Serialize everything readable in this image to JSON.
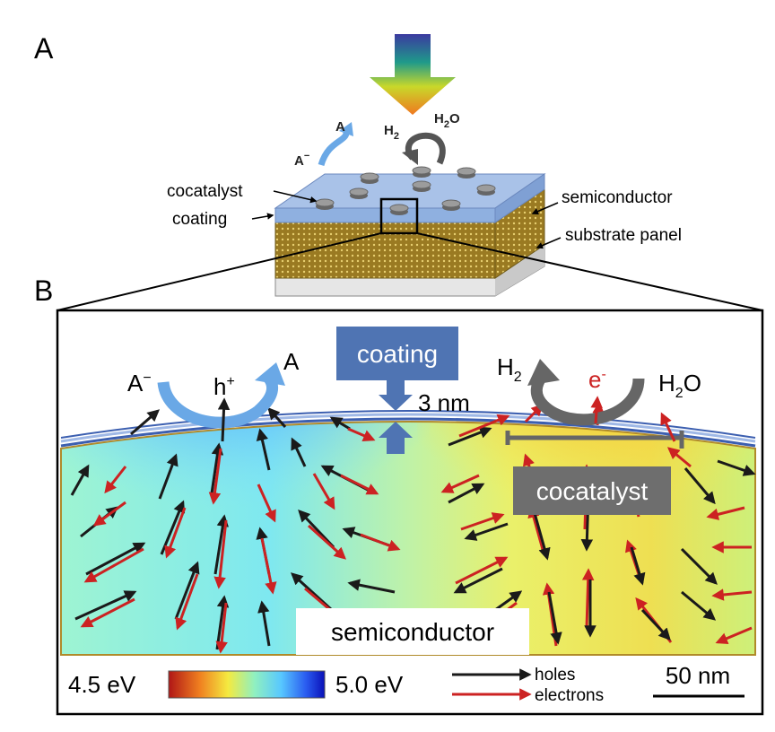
{
  "panel_a": {
    "label": "A",
    "reaction_left": {
      "reactant": "A",
      "reactant_sup": "−",
      "product": "A"
    },
    "reaction_right": {
      "product_h": "H",
      "product_h_sub": "2",
      "reactant_h": "H",
      "reactant_h_sub": "2",
      "reactant_o": "O"
    },
    "labels": {
      "cocatalyst": "cocatalyst",
      "coating": "coating",
      "semiconductor": "semiconductor",
      "substrate": "substrate panel"
    }
  },
  "panel_b": {
    "label": "B",
    "coating_box": "coating",
    "thickness": "3 nm",
    "cocatalyst_box": "cocatalyst",
    "semiconductor_box": "semiconductor",
    "left_reaction": {
      "reactant": "A",
      "reactant_sup": "−",
      "hole": "h",
      "hole_sup": "+",
      "product": "A"
    },
    "right_reaction": {
      "h2": "H",
      "h2_sub": "2",
      "electron": "e",
      "electron_sup": "-",
      "water_h": "H",
      "water_sub": "2",
      "water_o": "O"
    }
  },
  "legend": {
    "scale_min": "4.5 eV",
    "scale_max": "5.0 eV",
    "holes": "holes",
    "electrons": "electrons",
    "scale_bar": "50 nm"
  },
  "colors": {
    "holes": "#1a1a1a",
    "electrons": "#cc2222",
    "coating_box": "#4f74b3",
    "cocatalyst_box": "#6e6e6e"
  }
}
